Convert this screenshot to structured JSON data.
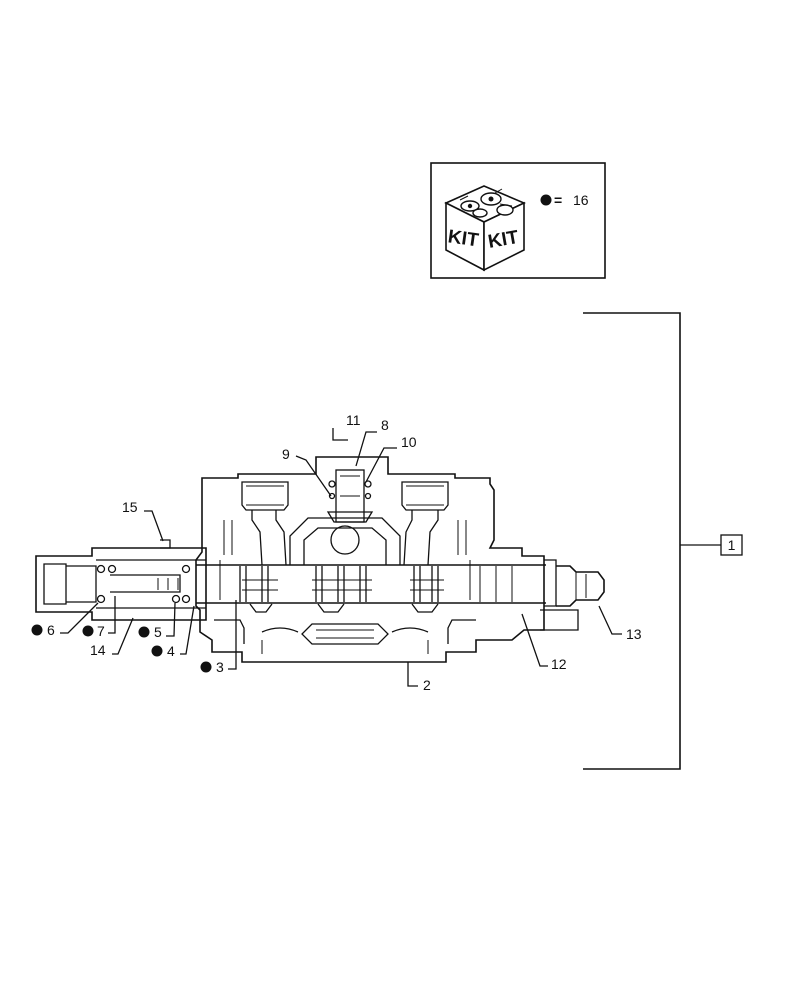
{
  "kit_legend": {
    "box_word_left": "KIT",
    "box_word_right": "KIT",
    "equals": "=",
    "kit_number": "16"
  },
  "assembly_ref": "1",
  "callouts": {
    "c2": "2",
    "c3": "3",
    "c4": "4",
    "c5": "5",
    "c6": "6",
    "c7": "7",
    "c8": "8",
    "c9": "9",
    "c10": "10",
    "c11": "11",
    "c12": "12",
    "c13": "13",
    "c14": "14",
    "c15": "15"
  }
}
